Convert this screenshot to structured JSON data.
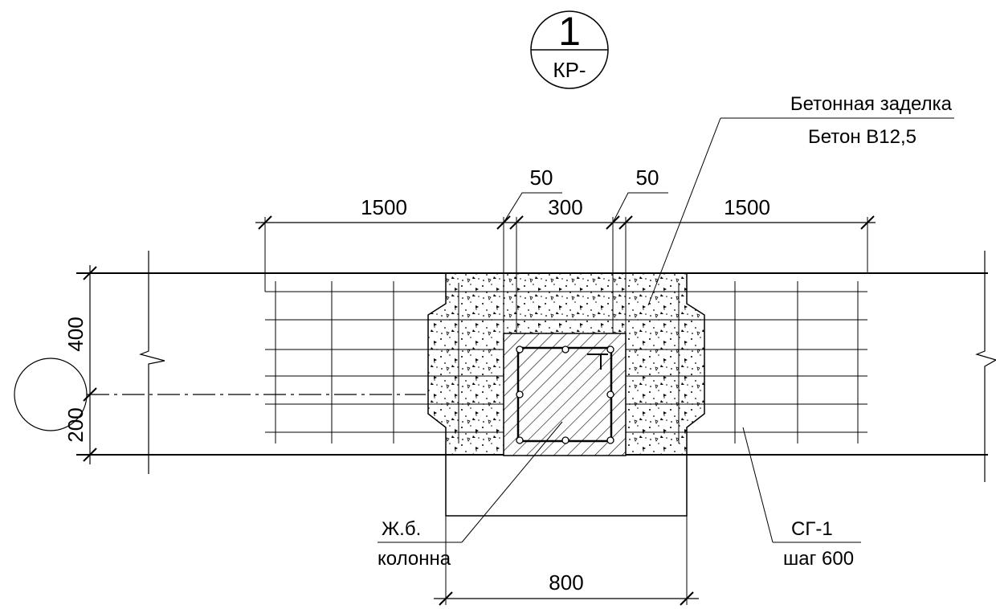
{
  "section_mark": {
    "number": "1",
    "sheet": "КР-"
  },
  "callouts": {
    "concrete_fill_name": "Бетонная заделка",
    "concrete_fill_grade": "Бетон В12,5",
    "column_line1": "Ж.б.",
    "column_line2": "колонна",
    "mesh_name": "СГ-1",
    "mesh_step": "шаг 600"
  },
  "dimensions": {
    "left_span": "1500",
    "left_gap": "50",
    "column_width": "300",
    "right_gap": "50",
    "right_span": "1500",
    "bottom_width": "800",
    "upper_height": "400",
    "lower_height": "200"
  },
  "colors": {
    "line": "#000000",
    "background": "#ffffff"
  }
}
